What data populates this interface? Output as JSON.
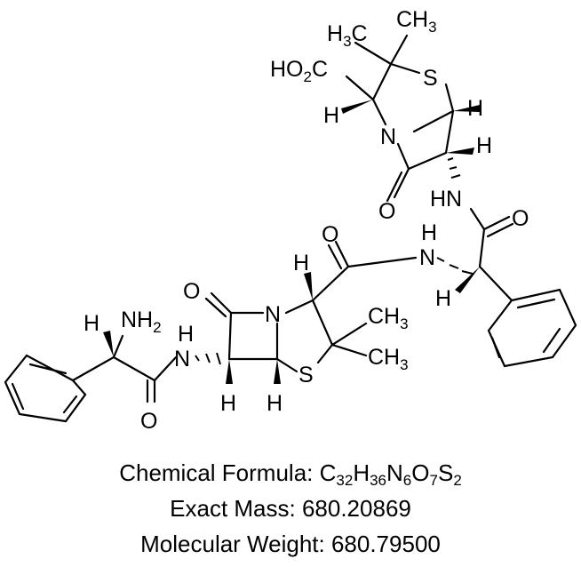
{
  "labels": {
    "me_top_left": "H",
    "me_top_left_n": "3",
    "me_top_left_c": "C",
    "me_top_right_c": "CH",
    "me_top_right_n": "3",
    "carboxyl_ho": "HO",
    "carboxyl_n": "2",
    "carboxyl_c": "C",
    "s_top": "S",
    "h_top_right": "H",
    "h_top_left": "H",
    "n_top": "N",
    "h_top_mid": "H",
    "o_top": "O",
    "hn_top": "HN",
    "o_amide_top": "O",
    "h_nh_mid": "H",
    "n_nh_mid": "N",
    "h_alpha_right": "H",
    "o_amide_mid": "O",
    "h_bottom_ring": "H",
    "o_lactam_bottom": "O",
    "n_bottom": "N",
    "me_ch3_a": "CH",
    "me_ch3_a_n": "3",
    "me_ch3_b": "CH",
    "me_ch3_b_n": "3",
    "s_bottom": "S",
    "h_bl_1": "H",
    "h_bl_2": "H",
    "h_alpha_left": "H",
    "nh2": "NH",
    "nh2_n": "2",
    "h_nh_left": "H",
    "n_nh_left": "N",
    "o_amide_left": "O"
  },
  "formula": {
    "prefix": "Chemical Formula: ",
    "atoms": [
      {
        "el": "C",
        "n": "32"
      },
      {
        "el": "H",
        "n": "36"
      },
      {
        "el": "N",
        "n": "6"
      },
      {
        "el": "O",
        "n": "7"
      },
      {
        "el": "S",
        "n": "2"
      }
    ]
  },
  "exact_mass": "Exact Mass: 680.20869",
  "molecular_weight": "Molecular Weight: 680.79500"
}
